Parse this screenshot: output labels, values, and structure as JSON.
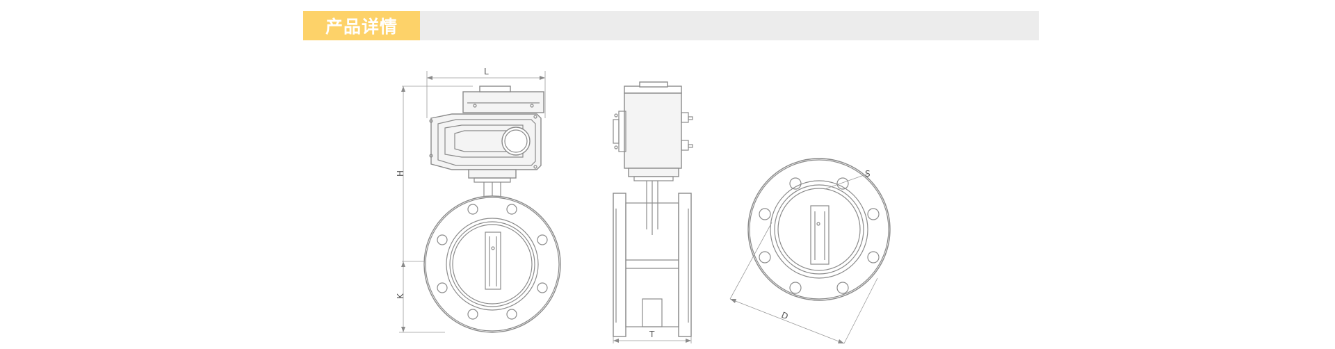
{
  "header": {
    "title": "产品详情",
    "tab_color": "#fdd269",
    "bar_color": "#ececec"
  },
  "drawing": {
    "dimensions": {
      "L": "L",
      "H": "H",
      "K": "K",
      "T": "T",
      "D": "D",
      "S": "S"
    }
  }
}
